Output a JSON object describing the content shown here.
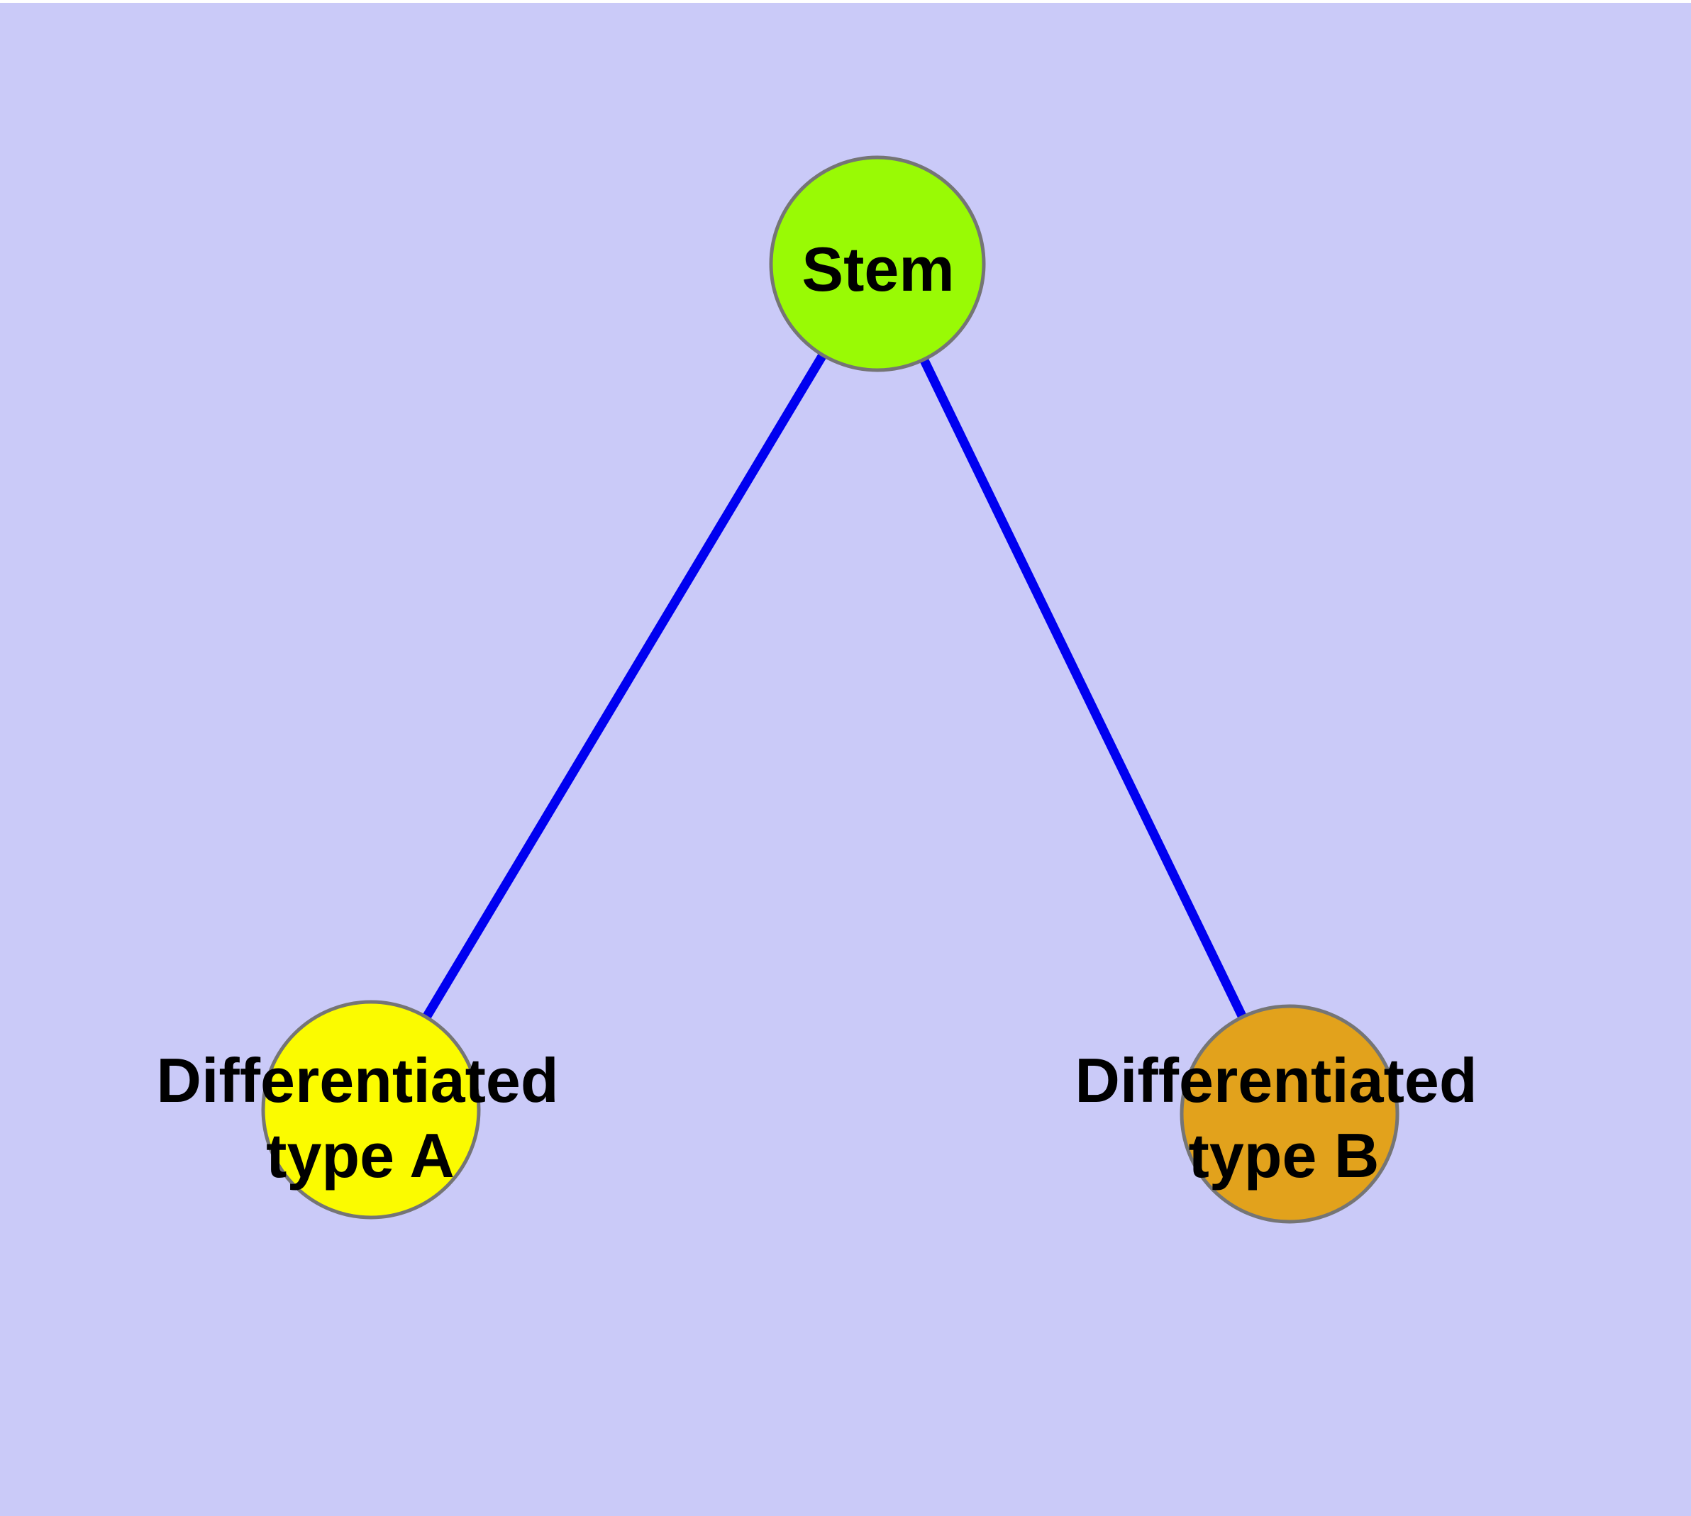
{
  "diagram": {
    "type": "node-link-graph",
    "background_color": "#CACAF8",
    "window_edge_color": "#FFFFFF",
    "edge_color": "#0000F0",
    "node_stroke_color": "#757575",
    "label_color": "#000000",
    "nodes": [
      {
        "id": "stem",
        "label": "Stem",
        "fill": "#99FA05"
      },
      {
        "id": "differentiated-type-a",
        "label_line1": "Differentiated",
        "label_line2": "type A",
        "fill": "#FBFB00"
      },
      {
        "id": "differentiated-type-b",
        "label_line1": "Differentiated",
        "label_line2": "type B",
        "fill": "#E2A21C"
      }
    ],
    "edges": [
      {
        "from": "stem",
        "to": "differentiated-type-a"
      },
      {
        "from": "stem",
        "to": "differentiated-type-b"
      }
    ]
  }
}
